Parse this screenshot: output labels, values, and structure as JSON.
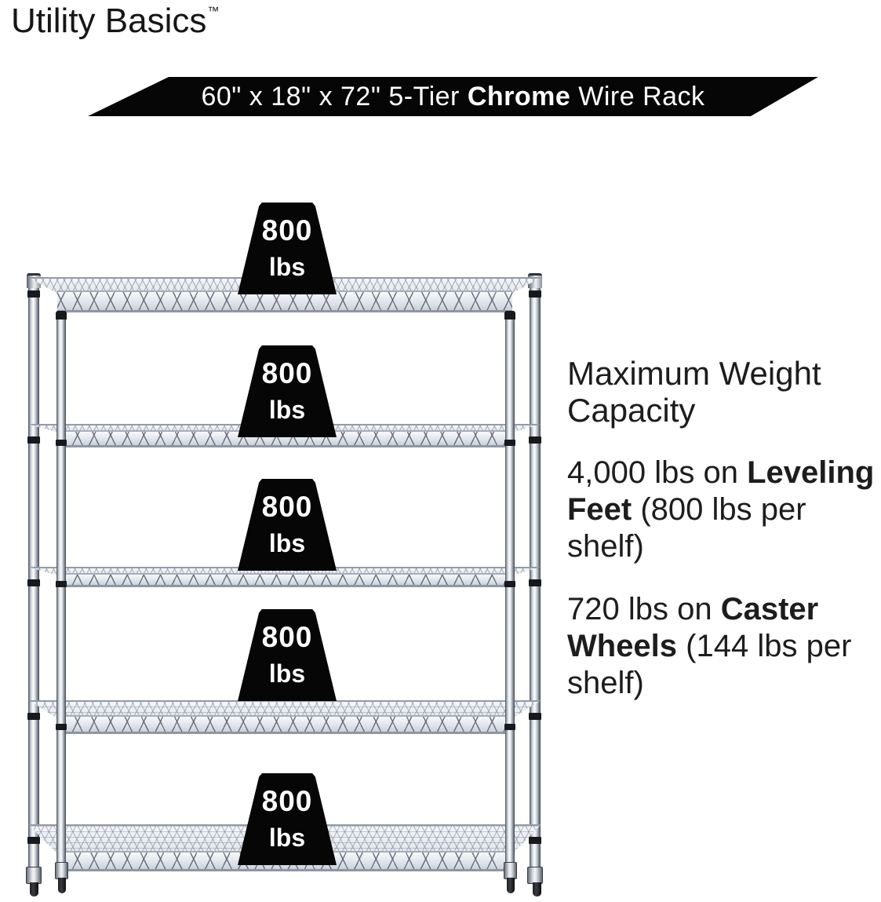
{
  "brand": {
    "name": "Utility Basics",
    "trademark": "™"
  },
  "banner": {
    "text_before": "60\" x 18\" x 72\" 5-Tier ",
    "text_bold": "Chrome",
    "text_after": " Wire Rack",
    "bg_color": "#060606",
    "text_color": "#ffffff"
  },
  "rack": {
    "tier_count": "5",
    "finish": "Chrome"
  },
  "weights": [
    {
      "value": "800",
      "unit": "lbs"
    },
    {
      "value": "800",
      "unit": "lbs"
    },
    {
      "value": "800",
      "unit": "lbs"
    },
    {
      "value": "800",
      "unit": "lbs"
    },
    {
      "value": "800",
      "unit": "lbs"
    }
  ],
  "info": {
    "heading": {
      "l1": "Maximum Weight",
      "l2": "Capacity"
    },
    "p1": {
      "l1_regular": "4,000 lbs on ",
      "l1_bold": "Leveling",
      "l2_bold": "Feet",
      "l2_regular": " (800 lbs per",
      "l3": "shelf)"
    },
    "p2": {
      "l1_regular": "720 lbs on ",
      "l1_bold": "Caster",
      "l2_bold": "Wheels",
      "l2_regular": " (144 lbs per",
      "l3": "shelf)"
    }
  },
  "colors": {
    "banner_bg": "#060606",
    "weight_fill": "#060606",
    "text": "#1d1d1d",
    "chrome_light": "#f2f4f7",
    "chrome_dark": "#494f58"
  }
}
